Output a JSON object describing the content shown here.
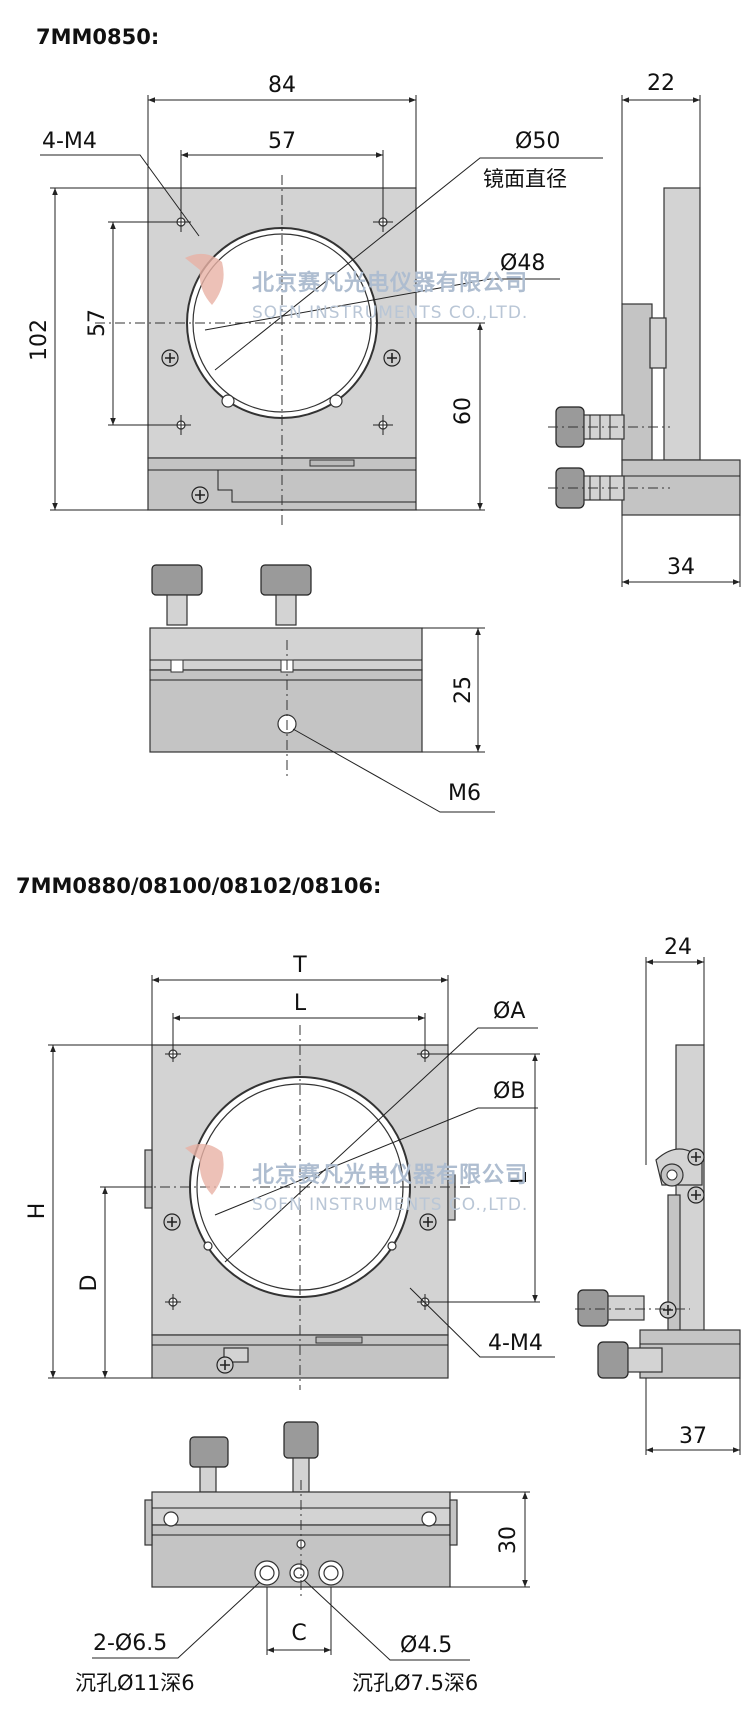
{
  "titles": {
    "model_1": "7MM0850:",
    "model_2": "7MM0880/08100/08102/08106:"
  },
  "watermark": {
    "cn": "北京赛凡光电仪器有限公司",
    "en": "SOFN INSTRUMENTS CO.,LTD."
  },
  "drawing_1": {
    "width": "84",
    "hole_spacing_x": "57",
    "tapped_holes": "4-M4",
    "mirror_diameter": "Ø50",
    "mirror_diameter_note": "镜面直径",
    "aperture_diameter": "Ø48",
    "height": "102",
    "hole_spacing_y": "57",
    "center_height": "60",
    "side_thickness": "22",
    "side_depth": "34",
    "base_height": "25",
    "base_thread": "M6"
  },
  "drawing_2": {
    "width": "T",
    "hole_spacing_x": "L",
    "mirror_diameter": "ØA",
    "aperture_diameter": "ØB",
    "hole_spacing_y": "L",
    "height": "H",
    "center_height": "D",
    "tapped_holes": "4-M4",
    "side_thickness": "24",
    "side_depth": "37",
    "base_height": "30",
    "hole_spacing_c": "C",
    "counterbore_1": "2-Ø6.5",
    "counterbore_1_note": "沉孔Ø11深6",
    "counterbore_2": "Ø4.5",
    "counterbore_2_note": "沉孔Ø7.5深6"
  }
}
